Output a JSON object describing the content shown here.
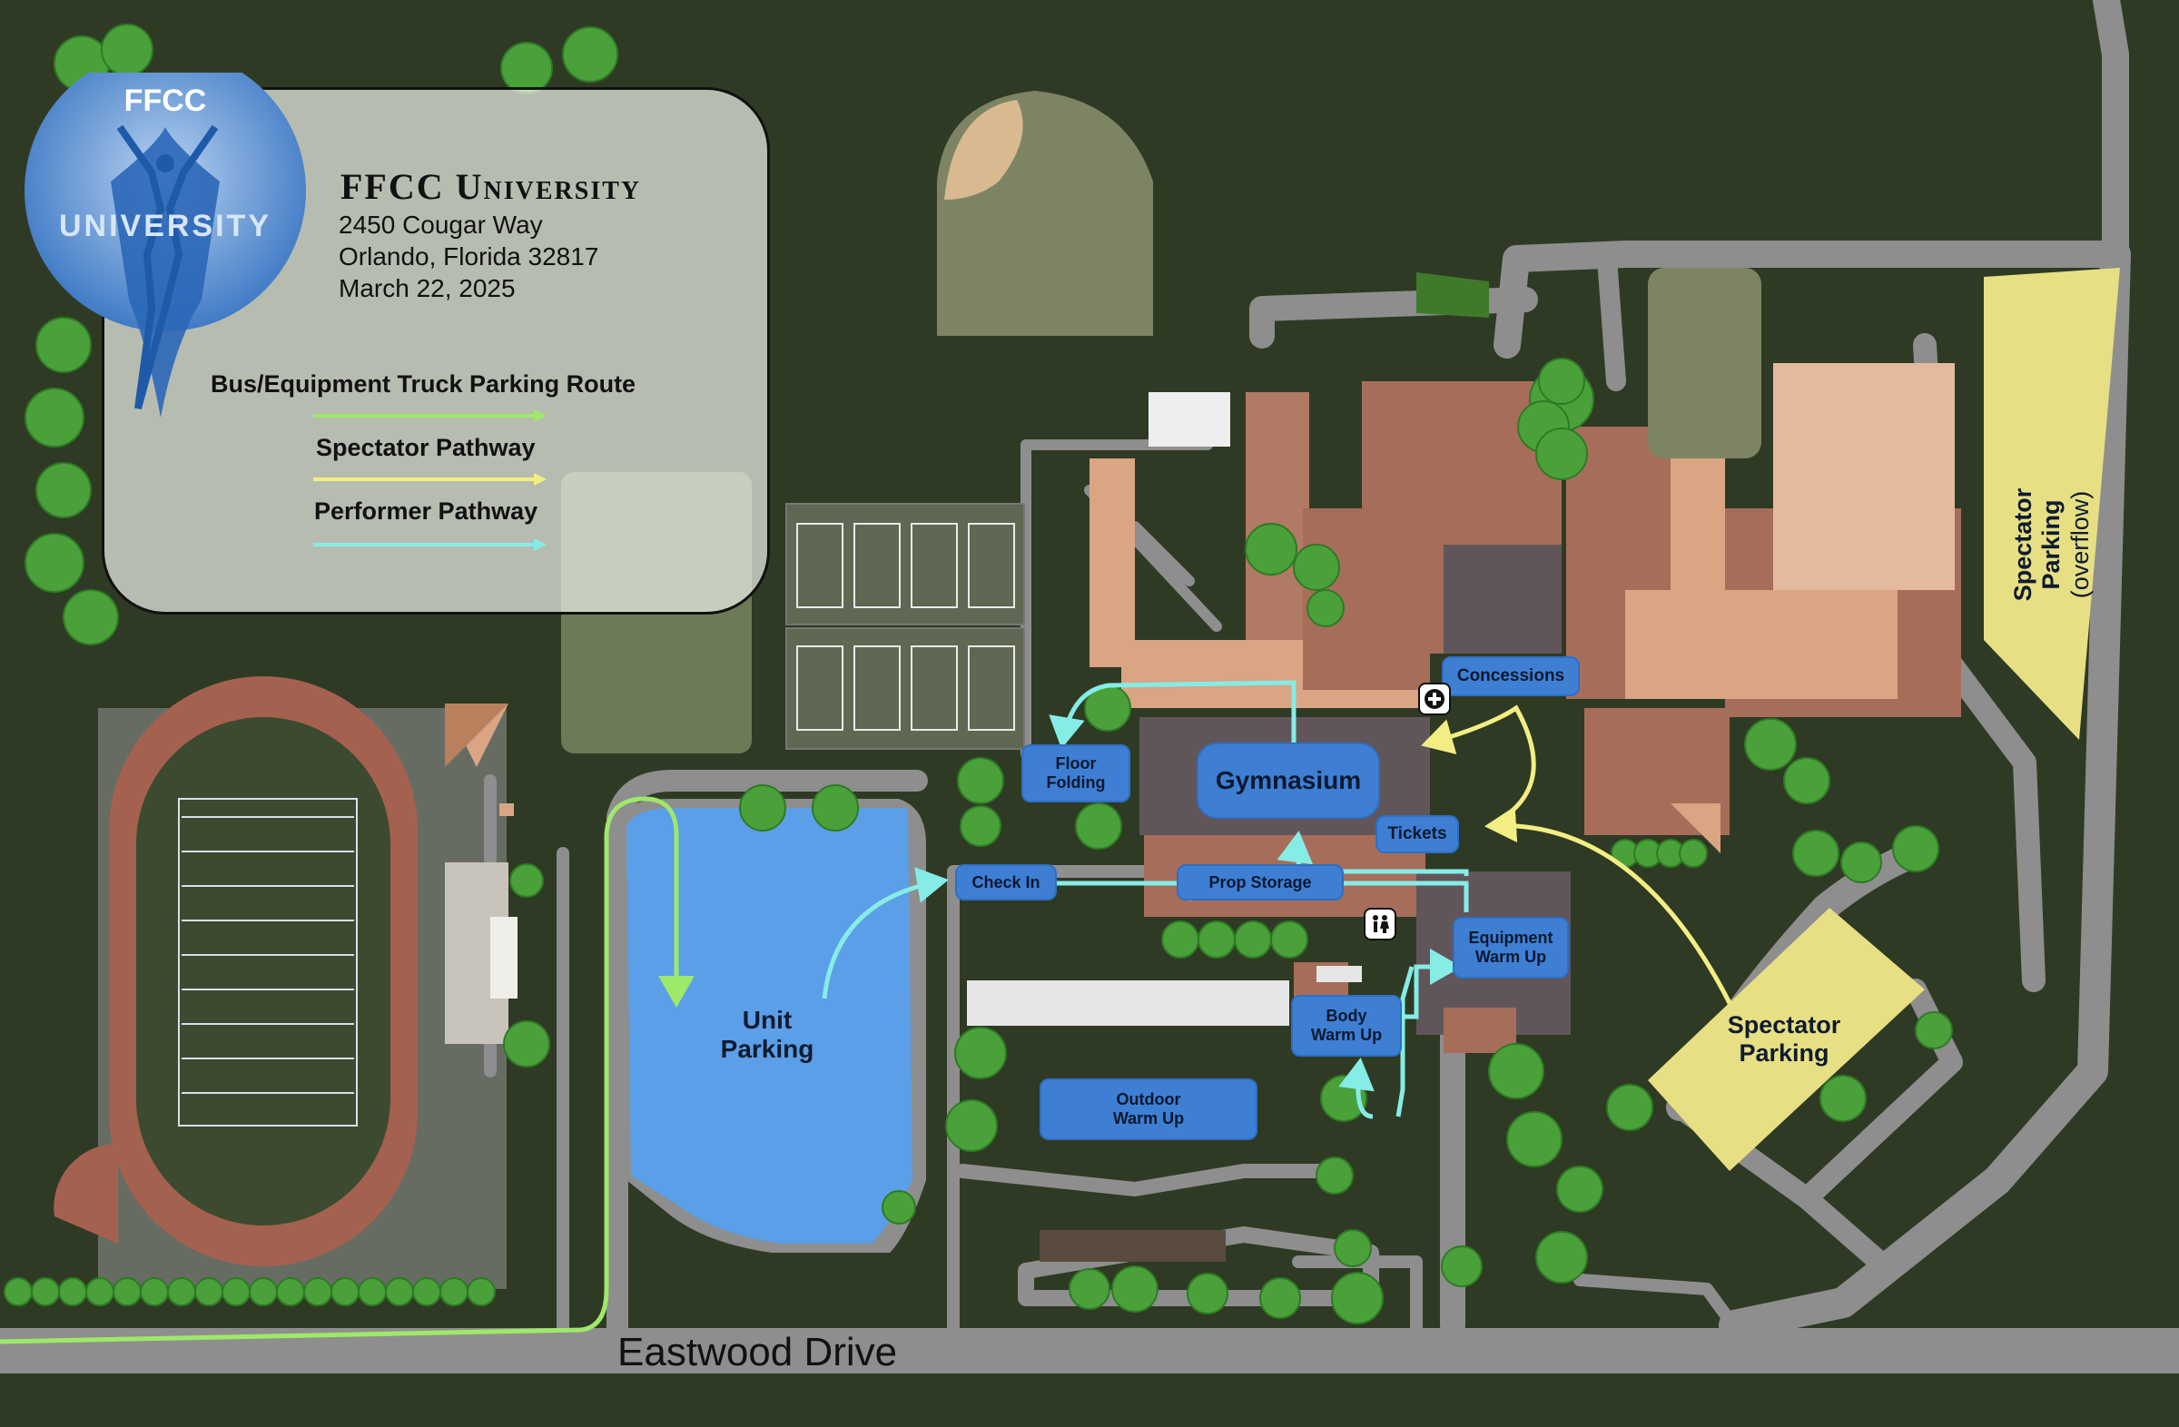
{
  "header": {
    "logo_text_top": "FFCC",
    "logo_text_mid": "UNIVERSITY",
    "title": "FFCC University",
    "address_line1": "2450 Cougar Way",
    "address_line2": "Orlando, Florida 32817",
    "date": "March 22, 2025"
  },
  "legend": {
    "items": [
      {
        "label": "Bus/Equipment Truck Parking Route",
        "color": "#9ee86a"
      },
      {
        "label": "Spectator Pathway",
        "color": "#f3ee83"
      },
      {
        "label": "Performer Pathway",
        "color": "#86ece6"
      }
    ]
  },
  "places": {
    "gymnasium": "Gymnasium",
    "concessions": "Concessions",
    "tickets": "Tickets",
    "floor_folding_1": "Floor",
    "floor_folding_2": "Folding",
    "check_in": "Check In",
    "prop_storage": "Prop Storage",
    "equipment_warmup_1": "Equipment",
    "equipment_warmup_2": "Warm Up",
    "body_warmup_1": "Body",
    "body_warmup_2": "Warm Up",
    "outdoor_warmup_1": "Outdoor",
    "outdoor_warmup_2": "Warm Up",
    "unit_parking_1": "Unit",
    "unit_parking_2": "Parking",
    "spectator_parking_1": "Spectator",
    "spectator_parking_2": "Parking",
    "overflow_1": "Spectator",
    "overflow_2": "Parking",
    "overflow_3": "(overflow)"
  },
  "roads": {
    "main": "Eastwood Drive"
  },
  "colors": {
    "background": "#2f3a24",
    "road": "#8e8e8e",
    "building": "#a66e5a",
    "building_light": "#d9a583",
    "parking_blue": "#5b9fe8",
    "spectator_yellow": "#e7df83",
    "chip_blue": "#3e7fd3"
  },
  "icons": [
    "first-aid-icon",
    "restroom-icon"
  ]
}
